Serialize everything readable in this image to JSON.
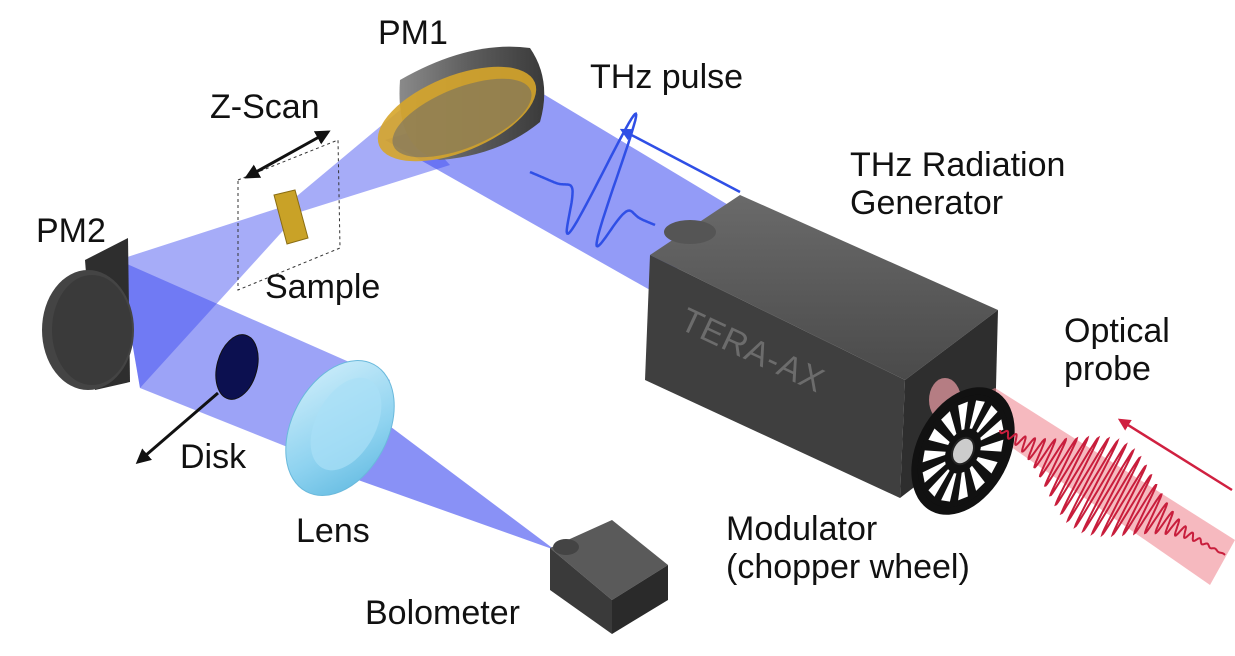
{
  "labels": {
    "pm1": "PM1",
    "pm2": "PM2",
    "z_scan": "Z-Scan",
    "sample": "Sample",
    "thz_pulse": "THz pulse",
    "generator_line1": "THz Radiation",
    "generator_line2": "Generator",
    "device_brand": "TERA-AX",
    "optical_line1": "Optical",
    "optical_line2": "probe",
    "disk": "Disk",
    "lens": "Lens",
    "bolometer": "Bolometer",
    "modulator_line1": "Modulator",
    "modulator_line2": "(chopper wheel)"
  },
  "colors": {
    "thz_beam": "#3a48f0",
    "thz_arrow": "#2f4fe6",
    "probe_beam": "#f08a95",
    "probe_arrow": "#d02040",
    "sample": "#c9a227",
    "mirror_coating": "#d6a52a",
    "device_body": "#3c3c3c",
    "lens": "#8fd3f0"
  },
  "icons": {
    "thz_pulse": "waveform-icon",
    "optical_probe": "waveform-icon",
    "chopper_wheel": "chopper-wheel-icon"
  }
}
